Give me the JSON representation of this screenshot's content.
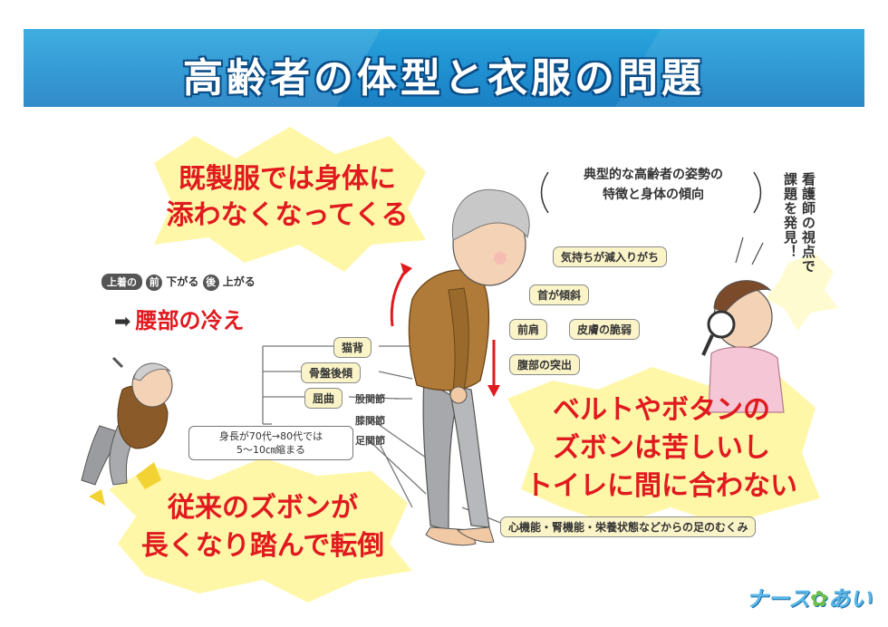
{
  "title": "高齢者の体型と衣服の問題",
  "callout_top": {
    "line1": "既製服では身体に",
    "line2": "添わなくなってくる"
  },
  "callout_right": {
    "line1": "ベルトやボタンの",
    "line2": "ズボンは苦しいし",
    "line3": "トイレに間に合わない"
  },
  "callout_bottom": {
    "line1": "従来のズボンが",
    "line2": "長くなり踏んで転倒"
  },
  "jacket_note": {
    "pill": "上着の",
    "front": "前",
    "front_text": "下がる",
    "back": "後",
    "back_text": "上がる"
  },
  "waist_cold": "腰部の冷え",
  "posture_heading": {
    "line1": "典型的な高齢者の姿勢の",
    "line2": "特徴と身体の傾向"
  },
  "posture_tags": [
    "気持ちが減入りがち",
    "首が傾斜",
    "前肩",
    "皮膚の脆弱",
    "腹部の突出"
  ],
  "body_tags": [
    "猫背",
    "骨盤後傾",
    "屈曲"
  ],
  "joints": [
    "股関節",
    "膝関節",
    "足関節"
  ],
  "height_note": {
    "line1": "身長が70代→80代では",
    "line2": "5～10㎝縮まる"
  },
  "leg_note": "心機能・腎機能・栄養状態などからの足のむくみ",
  "nurse_note": {
    "line1": "看護師の視点で",
    "line2": "課題を発見！"
  },
  "logo": {
    "left": "ナース",
    "right": "あい"
  }
}
